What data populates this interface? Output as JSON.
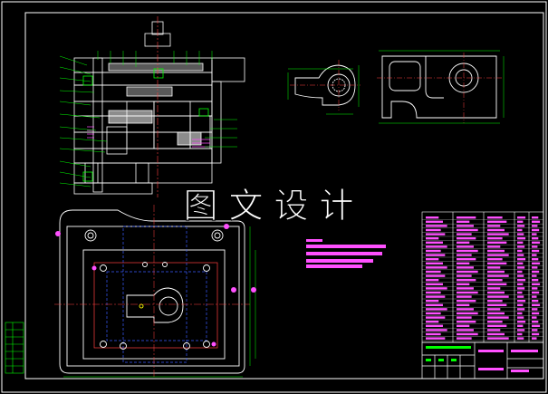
{
  "watermark": "图文设计",
  "colors": {
    "background": "#000000",
    "frame": "#ffffff",
    "part": "#ffffff",
    "dimension": "#00ff00",
    "center_line": "#ff4040",
    "hidden_line": "#3a5cff",
    "annotation": "#ff50ff"
  },
  "views": {
    "assembly_section": "mold-assembly-section",
    "part_view_1": "part-top-view",
    "part_view_2": "part-side-view",
    "plan_view": "mold-plan-view",
    "parts_list": "bill-of-materials",
    "title_block": "title-block"
  }
}
